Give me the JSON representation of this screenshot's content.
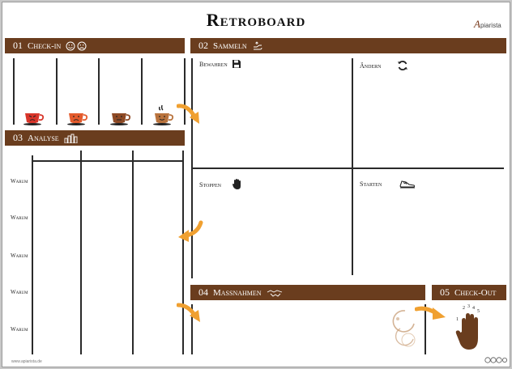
{
  "title": "Retroboard",
  "logo": {
    "initial": "A",
    "text": "piarista"
  },
  "sections": {
    "checkin": {
      "number": "01",
      "label": "Check-in"
    },
    "analyse": {
      "number": "03",
      "label": "Analyse"
    },
    "sammeln": {
      "number": "02",
      "label": "Sammeln"
    },
    "massnahmen": {
      "number": "04",
      "label": "Maßnahmen"
    },
    "checkout": {
      "number": "05",
      "label": "Check-Out"
    }
  },
  "quadrants": {
    "bewahren": "Bewahren",
    "aendern": "Ändern",
    "stoppen": "Stoppen",
    "starten": "Starten"
  },
  "analyse_rows": [
    "Warum",
    "Warum",
    "Warum",
    "Warum",
    "Warum"
  ],
  "moods": [
    "angry-cup-icon",
    "sad-cup-icon",
    "neutral-cup-icon",
    "happy-cup-icon"
  ],
  "colors": {
    "bar": "#6a3d1e",
    "arrow": "#f0a030",
    "cup_red": "#d8352a",
    "cup_orange": "#e45b2c",
    "cup_brown": "#8e4a25",
    "cup_tan": "#b9733d"
  },
  "checkout_fingers": [
    "1",
    "2",
    "3",
    "4",
    "5"
  ],
  "footer": {
    "website": "www.apiarista.de"
  }
}
